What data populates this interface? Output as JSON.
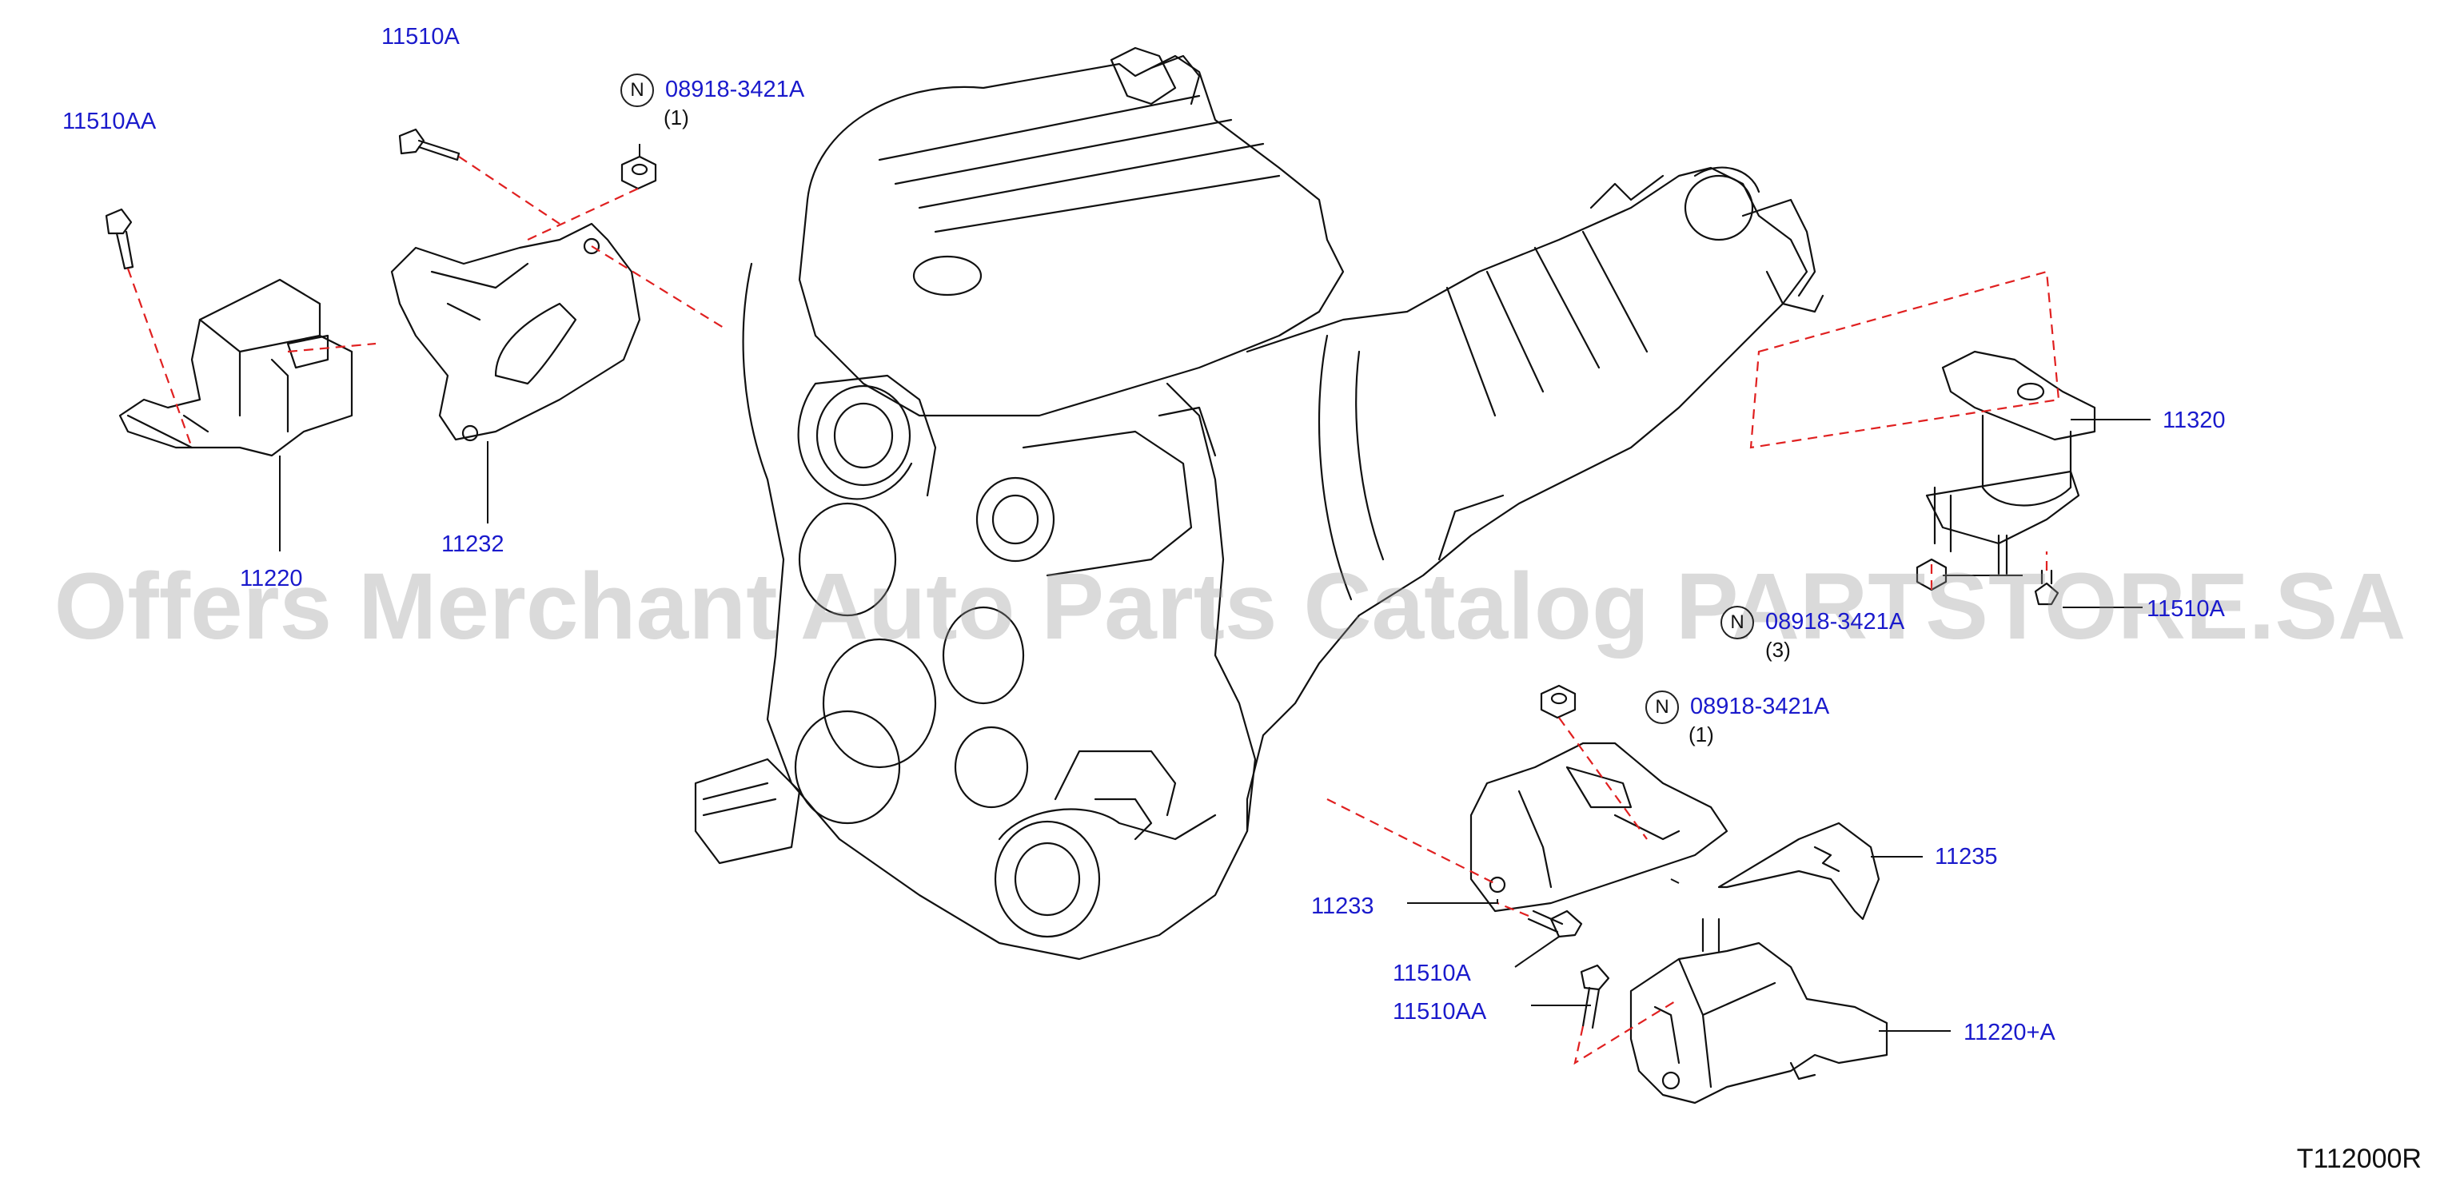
{
  "labels": {
    "p11510A_top": "11510A",
    "p11510AA_left": "11510AA",
    "nut_top": "08918-3421A",
    "nut_top_qty": "(1)",
    "p11220": "11220",
    "p11232": "11232",
    "p11320": "11320",
    "nut_right": "08918-3421A",
    "nut_right_qty": "(3)",
    "bolt_right": "11510A",
    "nut_mid": "08918-3421A",
    "nut_mid_qty": "(1)",
    "p11235": "11235",
    "p11233": "11233",
    "p11510A_bottom": "11510A",
    "p11510AA_bottom": "11510AA",
    "p11220A": "11220+A"
  },
  "n_marker": "N",
  "watermark": "Offers Merchant Auto Parts Catalog PARTSTORE.SA",
  "diagram_code": "T112000R",
  "colors": {
    "label": "#1a1acc",
    "line_art": "#111111",
    "dashed_guide": "#e02020",
    "watermark": "#969696"
  }
}
